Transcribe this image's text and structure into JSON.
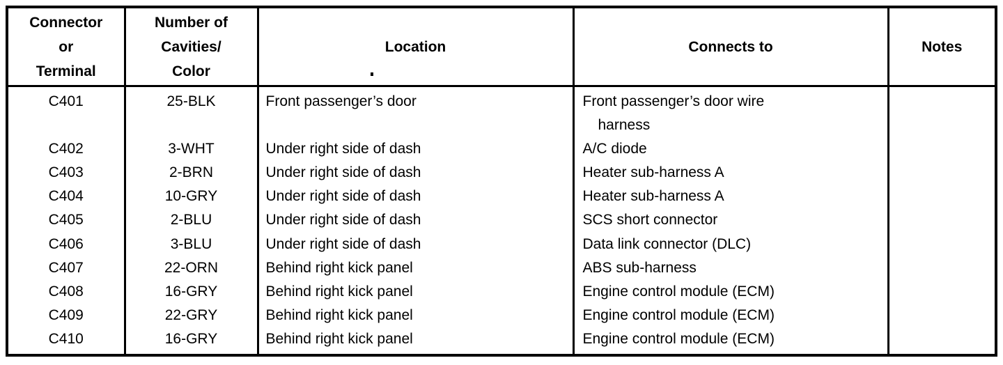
{
  "table": {
    "columns": [
      {
        "key": "connector",
        "header_lines": [
          "Connector",
          "or",
          "Terminal"
        ]
      },
      {
        "key": "cavities",
        "header_lines": [
          "Number of",
          "Cavities/",
          "Color"
        ]
      },
      {
        "key": "location",
        "header_lines": [
          "Location"
        ]
      },
      {
        "key": "connects",
        "header_lines": [
          "Connects to"
        ]
      },
      {
        "key": "notes",
        "header_lines": [
          "Notes"
        ]
      }
    ],
    "headers": {
      "connector_line1": "Connector",
      "connector_line2": "or",
      "connector_line3": "Terminal",
      "cavities_line1": "Number of",
      "cavities_line2": "Cavities/",
      "cavities_line3": "Color",
      "location": "Location",
      "connects": "Connects to",
      "notes": "Notes"
    },
    "rows": [
      {
        "connector": "C401",
        "cavities": "25-BLK",
        "location": "Front passenger’s door",
        "connects_line1": "Front passenger’s door wire",
        "connects_line2": "harness",
        "notes": ""
      },
      {
        "connector": "C402",
        "cavities": "3-WHT",
        "location": "Under right side of dash",
        "connects": "A/C diode",
        "notes": ""
      },
      {
        "connector": "C403",
        "cavities": "2-BRN",
        "location": "Under right side of dash",
        "connects": "Heater sub-harness A",
        "notes": ""
      },
      {
        "connector": "C404",
        "cavities": "10-GRY",
        "location": "Under right side of dash",
        "connects": "Heater sub-harness A",
        "notes": ""
      },
      {
        "connector": "C405",
        "cavities": "2-BLU",
        "location": "Under right side of dash",
        "connects": "SCS short connector",
        "notes": ""
      },
      {
        "connector": "C406",
        "cavities": "3-BLU",
        "location": "Under right side of dash",
        "connects": "Data link connector (DLC)",
        "notes": ""
      },
      {
        "connector": "C407",
        "cavities": "22-ORN",
        "location": "Behind right kick panel",
        "connects": "ABS sub-harness",
        "notes": ""
      },
      {
        "connector": "C408",
        "cavities": "16-GRY",
        "location": "Behind right kick panel",
        "connects": "Engine control module (ECM)",
        "notes": ""
      },
      {
        "connector": "C409",
        "cavities": "22-GRY",
        "location": "Behind right kick panel",
        "connects": "Engine control module (ECM)",
        "notes": ""
      },
      {
        "connector": "C410",
        "cavities": "16-GRY",
        "location": "Behind right kick panel",
        "connects": "Engine control module (ECM)",
        "notes": ""
      }
    ]
  },
  "colors": {
    "ink": "#000000",
    "paper": "#ffffff"
  }
}
